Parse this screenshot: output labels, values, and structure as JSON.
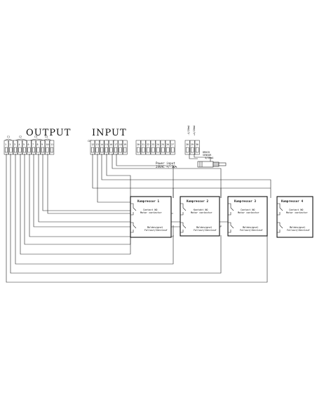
{
  "headings": {
    "output": "OUTPUT",
    "input": "INPUT"
  },
  "output_group_labels": [
    "C1",
    "C2",
    "C3",
    "C4"
  ],
  "output_terminals": [
    "1",
    "2",
    "3",
    "4",
    "5",
    "6",
    "7",
    "8",
    "9",
    "10",
    "11"
  ],
  "input_group_labels": [
    "COM",
    "CL01",
    "C1",
    "C2",
    "C3"
  ],
  "input_terminals": [
    "12",
    "13",
    "14",
    "15",
    "16",
    "17",
    "18",
    "19"
  ],
  "power_terminals": [
    "20",
    "21",
    "22",
    "23",
    "24",
    "25",
    "26",
    "27"
  ],
  "power_label": [
    "Power input",
    "24VAC +/-10%"
  ],
  "sensor_top_labels": [
    "-4/20mA",
    "+4/20mA"
  ],
  "sensor_terminals": [
    "28",
    "29",
    "30"
  ],
  "sensor_label": [
    "DRUCK",
    "SENSOR",
    "4/20mA"
  ],
  "compressors": [
    {
      "title": "Kompressor 1",
      "contact": [
        "Contact NO",
        "Motor contactor"
      ],
      "alarm": [
        "Meldesignal",
        "Fallout/Zennlauf"
      ]
    },
    {
      "title": "Kompressor 2",
      "contact": [
        "Kontakt NO",
        "Motor contactor"
      ],
      "alarm": [
        "Meldesignal",
        "Fallout/Zennlauf"
      ]
    },
    {
      "title": "Kompressor 3",
      "contact": [
        "Contact NO",
        "Motor contactor"
      ],
      "alarm": [
        "Meldesignal",
        "Fallout/Zennlauf"
      ]
    },
    {
      "title": "Kompressor 4",
      "contact": [
        "Contact NO",
        "Motor contactor"
      ],
      "alarm": [
        "Meldesignal",
        "Fallout/Zennlauf"
      ]
    }
  ]
}
